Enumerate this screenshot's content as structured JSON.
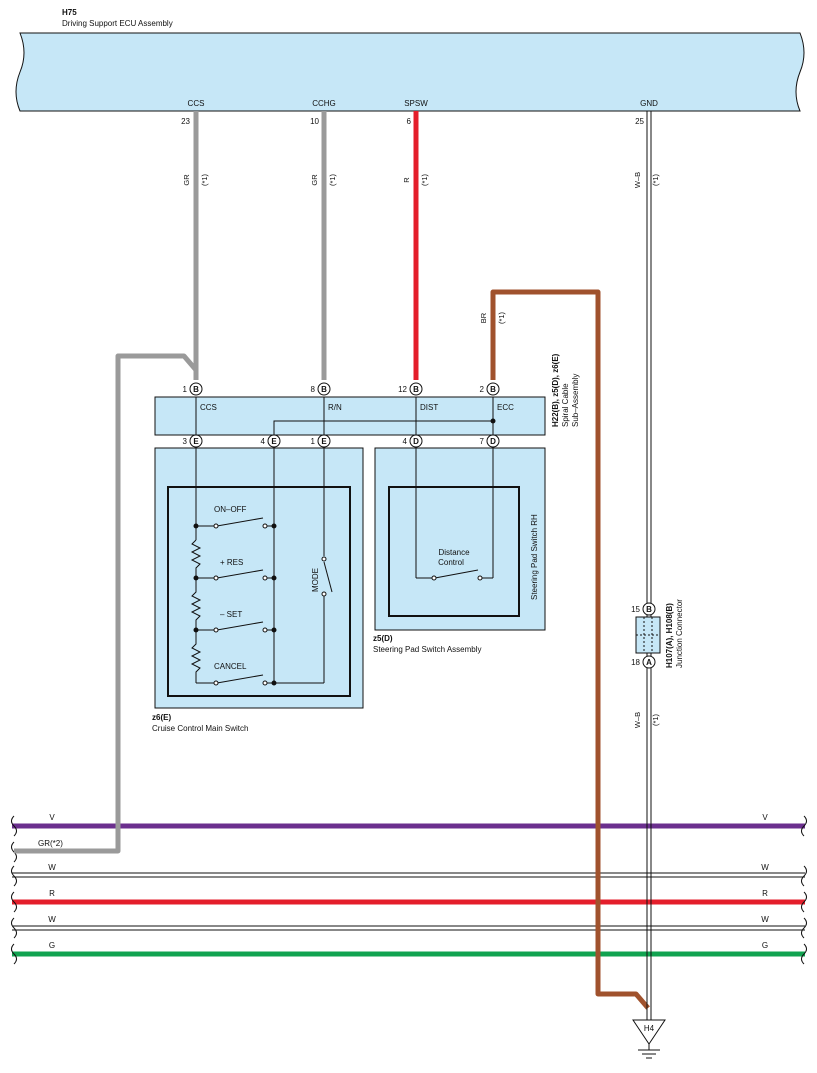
{
  "ecu": {
    "code": "H75",
    "name": "Driving Support ECU Assembly",
    "pins": [
      {
        "signal": "CCS",
        "num": "23",
        "wire": "GR",
        "note": "(*1)"
      },
      {
        "signal": "CCHG",
        "num": "10",
        "wire": "GR",
        "note": "(*1)"
      },
      {
        "signal": "SPSW",
        "num": "6",
        "wire": "R",
        "note": "(*1)"
      },
      {
        "signal": "GND",
        "num": "25",
        "wire": "W–B",
        "note": "(*1)"
      }
    ]
  },
  "br_wire": {
    "color": "BR",
    "note": "(*1)"
  },
  "spiral": {
    "code": "H22(B), z5(D), z6(E)",
    "name_line1": "Spiral Cable",
    "name_line2": "Sub–Assembly",
    "top_pins": [
      {
        "num": "1",
        "conn": "B",
        "label": "CCS"
      },
      {
        "num": "8",
        "conn": "B",
        "label": "R/N"
      },
      {
        "num": "12",
        "conn": "B",
        "label": "DIST"
      },
      {
        "num": "2",
        "conn": "B",
        "label": "ECC"
      }
    ],
    "bottom_pins": [
      {
        "num": "3",
        "conn": "E"
      },
      {
        "num": "4",
        "conn": "E"
      },
      {
        "num": "1",
        "conn": "E"
      },
      {
        "num": "4",
        "conn": "D"
      },
      {
        "num": "7",
        "conn": "D"
      }
    ]
  },
  "cruise": {
    "code": "z6(E)",
    "name": "Cruise Control Main Switch",
    "switches": [
      "ON–OFF",
      "+ RES",
      "– SET",
      "CANCEL"
    ],
    "mode": "MODE"
  },
  "pad": {
    "code": "z5(D)",
    "name": "Steering Pad Switch Assembly",
    "inner": "Steering Pad Switch RH",
    "dist1": "Distance",
    "dist2": "Control"
  },
  "junction": {
    "code": "H107(A), H108(B)",
    "name": "Junction Connector",
    "pin_top": {
      "num": "15",
      "conn": "B"
    },
    "pin_bottom": {
      "num": "18",
      "conn": "A"
    },
    "wire": "W–B",
    "note": "(*1)"
  },
  "ground": {
    "label": "H4"
  },
  "bus": [
    {
      "left": "V",
      "right": "V",
      "color": "#6b2f8e"
    },
    {
      "left": "GR(*2)",
      "right": "",
      "color": "#9a9a9a"
    },
    {
      "left": "W",
      "right": "W",
      "color": "#ffffff"
    },
    {
      "left": "R",
      "right": "R",
      "color": "#e41e2b"
    },
    {
      "left": "W",
      "right": "W",
      "color": "#ffffff"
    },
    {
      "left": "G",
      "right": "G",
      "color": "#11a350"
    }
  ],
  "colors": {
    "gray": "#9a9a9a",
    "red": "#e41e2b",
    "brown": "#a0522d",
    "purple": "#6b2f8e",
    "green": "#11a350",
    "box": "#c6e7f7"
  }
}
